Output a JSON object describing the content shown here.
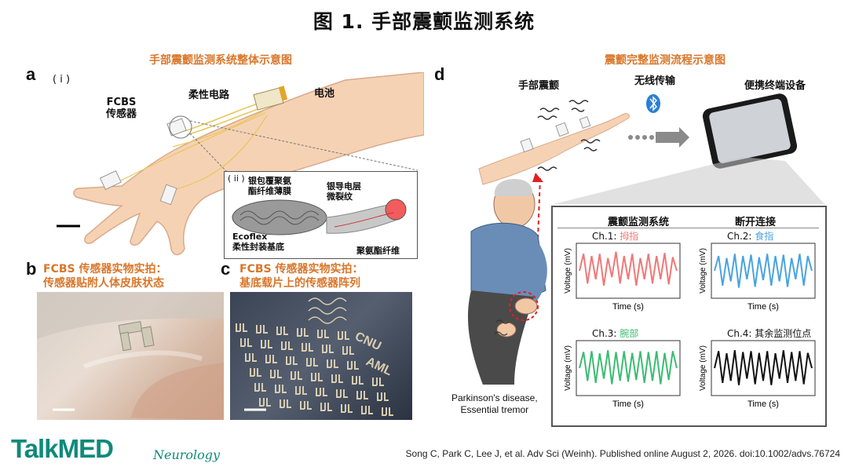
{
  "title": "图 1. 手部震颤监测系统",
  "panel_a": {
    "letter": "a",
    "sub_i": "( i )",
    "sub_ii": "( ii )",
    "heading": "手部震颤监测系统整体示意图",
    "label_fcbs": "FCBS",
    "label_sensor": "传感器",
    "label_circuit": "柔性电路",
    "label_battery": "电池",
    "inset_film_1": "银包覆聚氨",
    "inset_film_2": "酯纤维薄膜",
    "inset_electrode_1": "银导电层",
    "inset_electrode_2": "微裂纹",
    "inset_ecoflex_1": "Ecoflex",
    "inset_ecoflex_2": "柔性封装基底",
    "inset_fiber": "聚氨酯纤维"
  },
  "panel_b": {
    "letter": "b",
    "heading_1": "FCBS 传感器实物实拍：",
    "heading_2": "传感器贴附人体皮肤状态"
  },
  "panel_c": {
    "letter": "c",
    "heading_1": "FCBS 传感器实物实拍：",
    "heading_2": "基底载片上的传感器阵列",
    "marking_1": "CNU",
    "marking_2": "AML"
  },
  "panel_d": {
    "letter": "d",
    "heading": "震颤完整监测流程示意图",
    "step_1": "手部震颤",
    "step_2": "无线传输",
    "step_3": "便携终端设备",
    "col_1": "震颤监测系统",
    "col_2": "断开连接",
    "patient_1": "Parkinson's disease,",
    "patient_2": "Essential tremor"
  },
  "chart_data": [
    {
      "type": "line",
      "title_prefix": "Ch.1:",
      "title_highlight": "拇指",
      "color": "#f07878",
      "xlabel": "Time (s)",
      "ylabel": "Voltage (mV)",
      "grid": false,
      "ticks": false,
      "series": [
        {
          "values": [
            0.5,
            0.9,
            0.2,
            0.85,
            0.3,
            0.9,
            0.15,
            0.8,
            0.35,
            0.95,
            0.2,
            0.85,
            0.3,
            0.9,
            0.15,
            0.8,
            0.3,
            0.9,
            0.2,
            0.85,
            0.3,
            0.92,
            0.18,
            0.82,
            0.5
          ]
        }
      ]
    },
    {
      "type": "line",
      "title_prefix": "Ch.2:",
      "title_highlight": "食指",
      "color": "#4aa3df",
      "xlabel": "Time (s)",
      "ylabel": "Voltage (mV)",
      "grid": false,
      "ticks": false,
      "series": [
        {
          "values": [
            0.5,
            0.85,
            0.15,
            0.8,
            0.25,
            0.9,
            0.1,
            0.85,
            0.3,
            0.88,
            0.12,
            0.82,
            0.28,
            0.9,
            0.15,
            0.85,
            0.25,
            0.88,
            0.12,
            0.8,
            0.3,
            0.9,
            0.15,
            0.85,
            0.5
          ]
        }
      ]
    },
    {
      "type": "line",
      "title_prefix": "Ch.3:",
      "title_highlight": "腕部",
      "color": "#3dbb72",
      "xlabel": "Time (s)",
      "ylabel": "Voltage (mV)",
      "grid": false,
      "ticks": false,
      "series": [
        {
          "values": [
            0.5,
            0.88,
            0.2,
            0.9,
            0.15,
            0.85,
            0.25,
            0.92,
            0.12,
            0.88,
            0.2,
            0.9,
            0.18,
            0.86,
            0.22,
            0.9,
            0.15,
            0.88,
            0.2,
            0.9,
            0.12,
            0.86,
            0.22,
            0.9,
            0.5
          ]
        }
      ]
    },
    {
      "type": "line",
      "title_prefix": "Ch.4:",
      "title_highlight": "其余监测位点",
      "color": "#111111",
      "xlabel": "Time (s)",
      "ylabel": "Voltage (mV)",
      "grid": false,
      "ticks": false,
      "series": [
        {
          "values": [
            0.5,
            0.9,
            0.15,
            0.85,
            0.2,
            0.92,
            0.1,
            0.88,
            0.25,
            0.9,
            0.12,
            0.86,
            0.2,
            0.9,
            0.1,
            0.85,
            0.25,
            0.92,
            0.15,
            0.88,
            0.2,
            0.9,
            0.12,
            0.86,
            0.5
          ]
        }
      ]
    }
  ],
  "footer": {
    "logo_text": "TalkMED",
    "subtitle": "Neurology",
    "citation": "Song C, Park C, Lee J, et al. Adv Sci (Weinh). Published online August 2, 2026. doi:10.1002/advs.76724"
  },
  "colors": {
    "orange": "#d9762a",
    "teal": "#0f8a7a",
    "skin": "#f6d2b4"
  }
}
